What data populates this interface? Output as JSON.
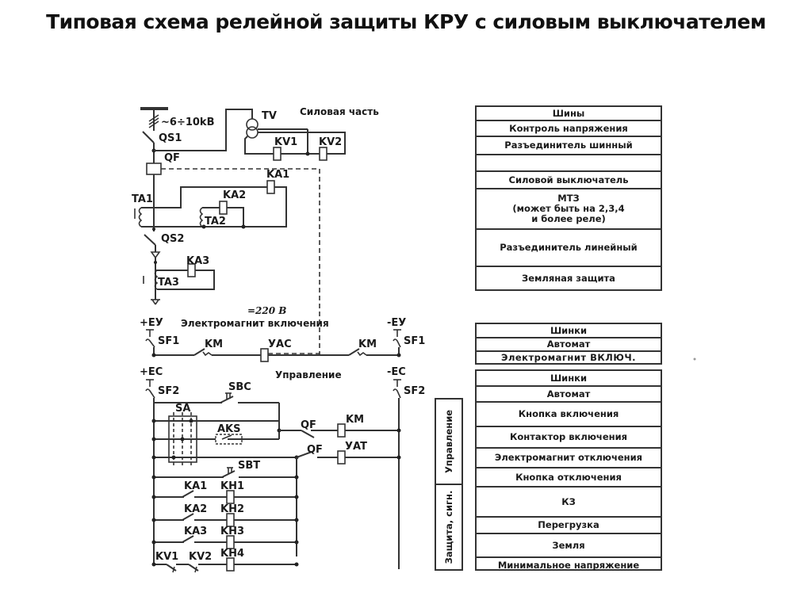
{
  "title": "Типовая схема релейной защиты КРУ с силовым выключателем",
  "diagram": {
    "power_section": {
      "heading": "Силовая часть",
      "voltage_label": "~6÷10kB",
      "labels": {
        "qs1": "QS1",
        "qf": "QF",
        "tv": "TV",
        "kv1": "KV1",
        "kv2": "KV2",
        "ka1": "KA1",
        "ka2": "KA2",
        "ta1": "TA1",
        "ta2": "TA2",
        "qs2": "QS2",
        "ka3": "KA3",
        "ta3": "TA3"
      }
    },
    "closing_circuit": {
      "voltage": "=220 B",
      "heading": "Электромагнит включения",
      "plus_bus": "+EУ",
      "minus_bus": "-EУ",
      "sf_left": "SF1",
      "sf_right": "SF1",
      "km_left": "KM",
      "km_right": "KM",
      "coil": "УAC"
    },
    "control_circuit": {
      "heading": "Управление",
      "plus_bus": "+EC",
      "minus_bus": "-EC",
      "sf_left": "SF2",
      "sf_right": "SF2",
      "sbc": "SBC",
      "sa": "SA",
      "aks": "AKS",
      "qf_close": "QF",
      "km_coil": "KM",
      "qf_trip": "QF",
      "yat_coil": "УAT",
      "sbt": "SBT"
    },
    "signal_rows": [
      {
        "contact": "KA1",
        "relay": "KH1"
      },
      {
        "contact": "KA2",
        "relay": "KH2"
      },
      {
        "contact": "KA3",
        "relay": "KH3"
      },
      {
        "contact": "KV1",
        "contact2": "KV2",
        "relay": "KH4"
      }
    ]
  },
  "legend_power": [
    "Шины",
    "Контроль напряжения",
    "Разъединитель шинный",
    "",
    "Силовой выключатель",
    "МТЗ\n(может быть на 2,3,4\nи более реле)",
    "Разъединитель линейный",
    "Земляная защита"
  ],
  "legend_closing": [
    "Шинки",
    "Автомат",
    "Электромагнит ВКЛЮЧ."
  ],
  "legend_control": [
    "Шинки",
    "Автомат",
    "Кнопка включения",
    "Контактор включения",
    "Электромагнит отключения",
    "Кнопка отключения",
    "КЗ",
    "Перегрузка",
    "Земля",
    "Минимальное напряжение"
  ],
  "legend_side_groups": [
    "Управление",
    "Защита, сигн."
  ]
}
